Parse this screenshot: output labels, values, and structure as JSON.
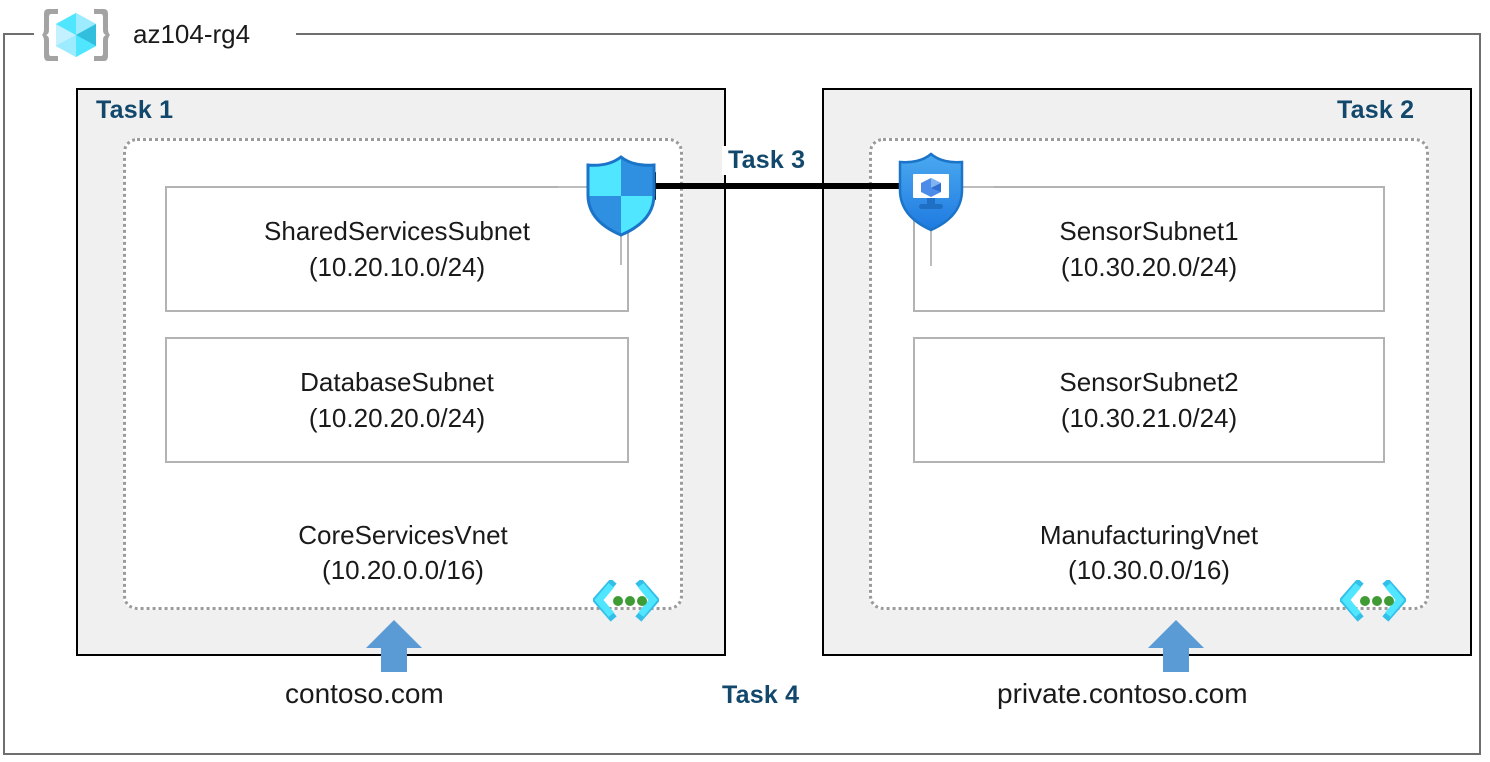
{
  "resource_group": {
    "name": "az104-rg4",
    "icon": "resource-group-icon"
  },
  "tasks": {
    "task1": "Task 1",
    "task2": "Task 2",
    "task3": "Task 3",
    "task4": "Task 4"
  },
  "vnets": [
    {
      "label": "Task 1",
      "name": "CoreServicesVnet",
      "cidr": "(10.20.0.0/16)",
      "icon": "virtual-network-icon",
      "subnets": [
        {
          "name": "SharedServicesSubnet",
          "cidr": "(10.20.10.0/24)"
        },
        {
          "name": "DatabaseSubnet",
          "cidr": "(10.20.20.0/24)"
        }
      ],
      "dns_zone": "contoso.com"
    },
    {
      "label": "Task 2",
      "name": "ManufacturingVnet",
      "cidr": "(10.30.0.0/16)",
      "icon": "virtual-network-icon",
      "subnets": [
        {
          "name": "SensorSubnet1",
          "cidr": "(10.30.20.0/24)"
        },
        {
          "name": "SensorSubnet2",
          "cidr": "(10.30.21.0/24)"
        }
      ],
      "dns_zone": "private.contoso.com"
    }
  ],
  "icons": {
    "dns_shield": "private-dns-zone-shield-icon",
    "private_link_shield": "private-link-shield-icon",
    "peering_arrow": "vnet-peering-arrow",
    "dns_link_arrow": "dns-virtual-network-link-arrow"
  },
  "colors": {
    "task_label": "#12486b",
    "panel_fill": "#f0f0f0",
    "panel_border": "#000000",
    "vnet_border": "#9b9b9b",
    "subnet_border": "#b3b3b3",
    "azure_cyan": "#32d4f5",
    "azure_blue": "#1b8cf2",
    "dns_arrow_blue": "#5b9bd5",
    "icon_green": "#3f9c35",
    "frame_border": "#6e6e6e"
  }
}
